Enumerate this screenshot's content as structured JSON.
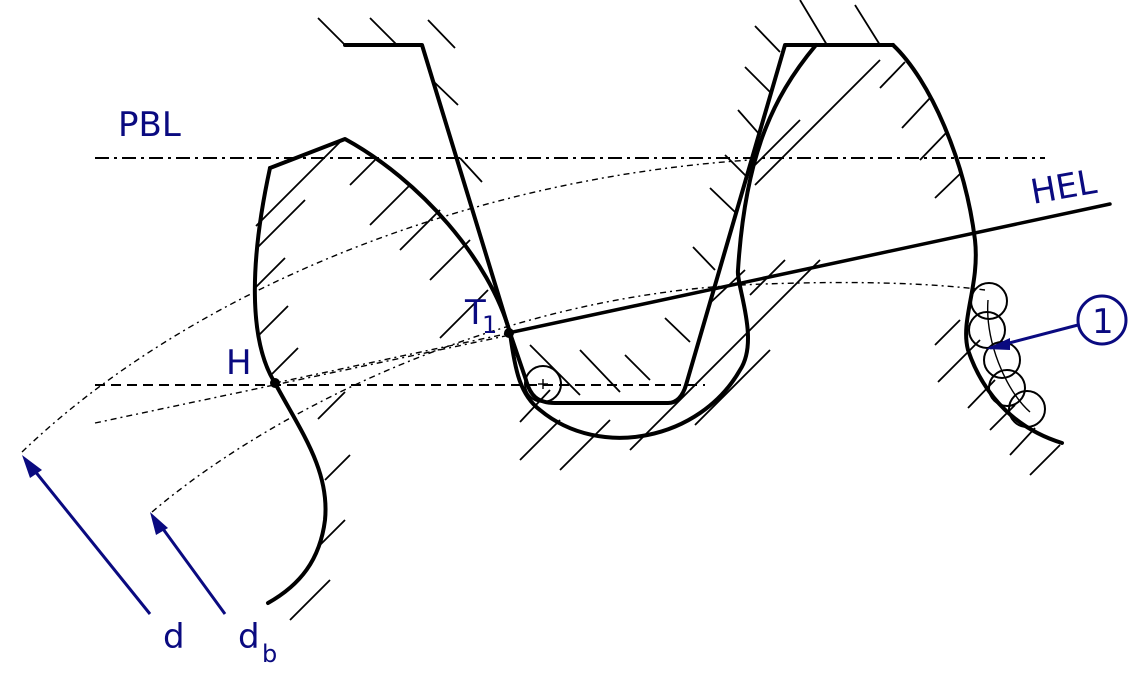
{
  "diagram": {
    "type": "gear tooth generation (hob / basic rack) schematic",
    "labels": {
      "pbl": "PBL",
      "hel": "HEL",
      "h": "H",
      "t1_main": "T",
      "t1_sub": "1",
      "d": "d",
      "db_main": "d",
      "db_sub": "b",
      "callout": "1"
    },
    "colors": {
      "annotation": "#0a0a80",
      "linework": "#000000",
      "background": "#ffffff"
    }
  }
}
